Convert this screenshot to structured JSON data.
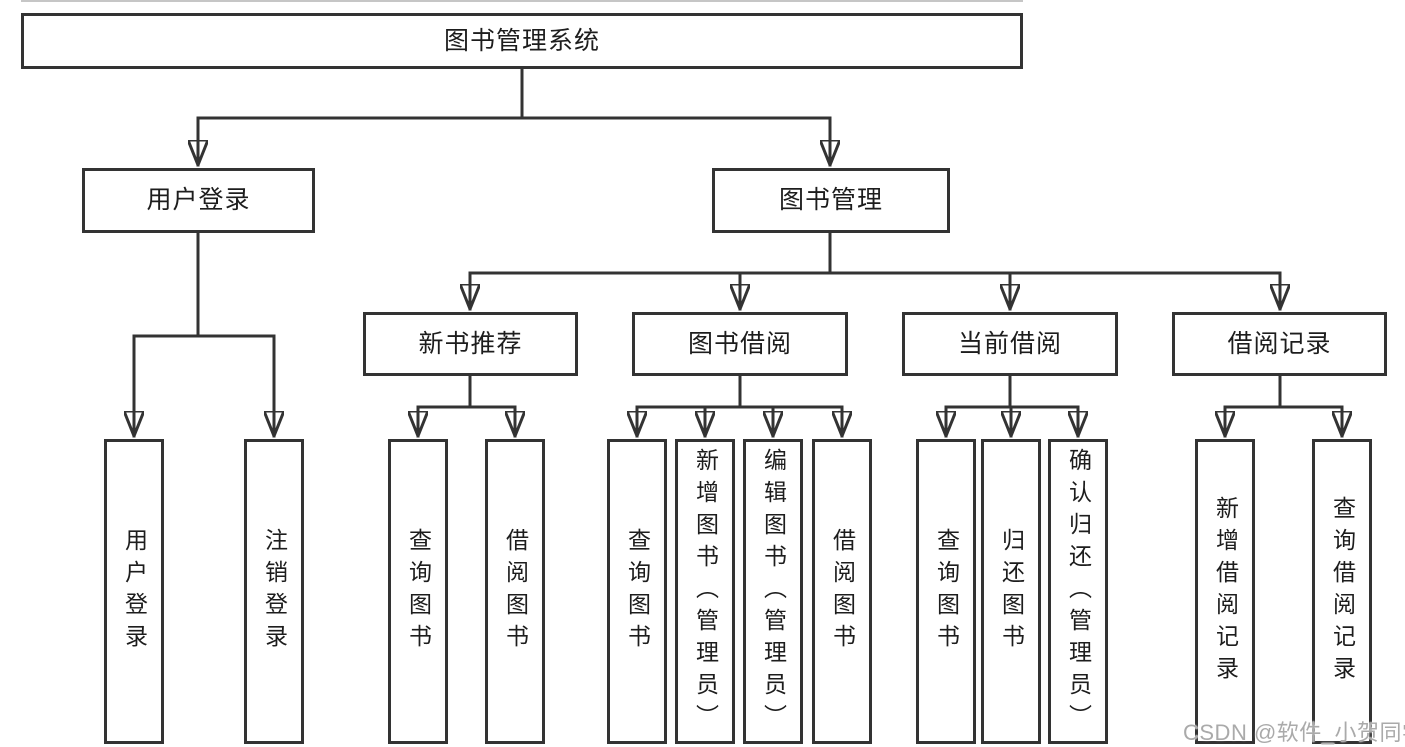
{
  "diagram_type": "hierarchy-tree",
  "tree": {
    "label": "图书管理系统",
    "children": [
      {
        "label": "用户登录",
        "children": [
          {
            "label": "用户登录"
          },
          {
            "label": "注销登录"
          }
        ]
      },
      {
        "label": "图书管理",
        "children": [
          {
            "label": "新书推荐",
            "children": [
              {
                "label": "查询图书"
              },
              {
                "label": "借阅图书"
              }
            ]
          },
          {
            "label": "图书借阅",
            "children": [
              {
                "label": "查询图书"
              },
              {
                "label": "新增图书（管理员）"
              },
              {
                "label": "编辑图书（管理员）"
              },
              {
                "label": "借阅图书"
              }
            ]
          },
          {
            "label": "当前借阅",
            "children": [
              {
                "label": "查询图书"
              },
              {
                "label": "归还图书"
              },
              {
                "label": "确认归还（管理员）"
              }
            ]
          },
          {
            "label": "借阅记录",
            "children": [
              {
                "label": "新增借阅记录"
              },
              {
                "label": "查询借阅记录"
              }
            ]
          }
        ]
      }
    ]
  },
  "watermark": {
    "text": "CSDN @软件_小贺同学"
  },
  "colors": {
    "background": "#ffffff",
    "line": "#333333",
    "box_border": "#333333",
    "text": "#1d1d1d",
    "watermark": "#aaaaaa"
  }
}
